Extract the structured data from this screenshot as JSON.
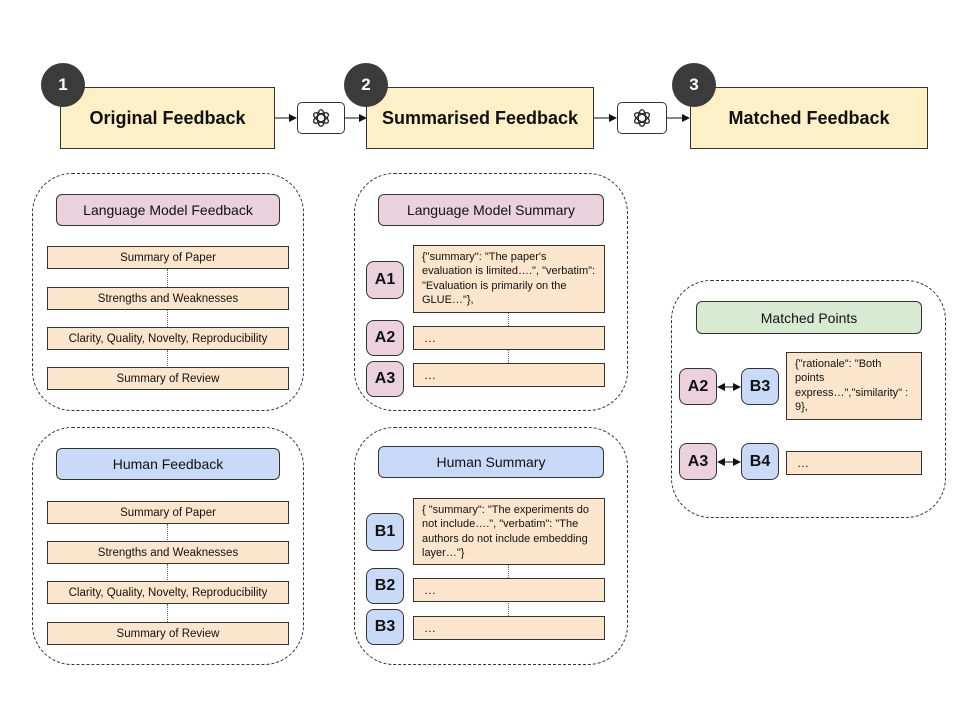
{
  "stages": [
    {
      "number": "1",
      "label": "Original Feedback"
    },
    {
      "number": "2",
      "label": "Summarised Feedback"
    },
    {
      "number": "3",
      "label": "Matched Feedback"
    }
  ],
  "original": {
    "lm_header": "Language Model Feedback",
    "human_header": "Human Feedback",
    "sections": [
      "Summary of Paper",
      "Strengths and Weaknesses",
      "Clarity,  Quality, Novelty, Reproducibility",
      "Summary of Review"
    ]
  },
  "summarised": {
    "lm_header": "Language Model Summary",
    "lm_items": [
      {
        "id": "A1",
        "text": "{\"summary\": \"The paper's evaluation is limited….\", \"verbatim\": \"Evaluation is primarily on the GLUE…\"},"
      },
      {
        "id": "A2",
        "text": "…"
      },
      {
        "id": "A3",
        "text": "…"
      }
    ],
    "human_header": "Human Summary",
    "human_items": [
      {
        "id": "B1",
        "text": "{ \"summary\": \"The experiments do not include….\", \"verbatim\": \"The authors do not include embedding layer…\"}"
      },
      {
        "id": "B2",
        "text": "…"
      },
      {
        "id": "B3",
        "text": "…"
      }
    ]
  },
  "matched": {
    "header": "Matched Points",
    "pairs": [
      {
        "a": "A2",
        "b": "B3",
        "text": "{\"rationale\": \"Both points express…\",\"similarity\" : 9},"
      },
      {
        "a": "A3",
        "b": "B4",
        "text": "…"
      }
    ]
  },
  "colors": {
    "stage": "#fdefc6",
    "lm": "#ead1dc",
    "human": "#c9daf8",
    "matched": "#d9ead3",
    "item": "#fce5cd"
  },
  "icons": [
    "openai-logo-icon",
    "openai-logo-icon"
  ]
}
